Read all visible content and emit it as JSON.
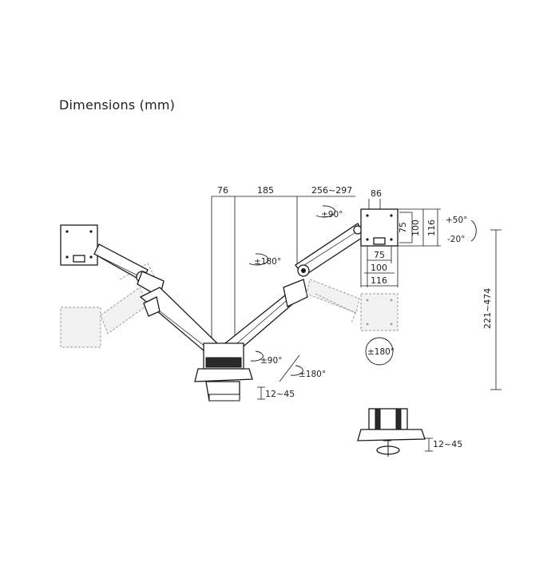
{
  "title": "Dimensions (mm)",
  "top_dims": {
    "d1": "76",
    "d2": "185",
    "d3": "256~297",
    "d4": "86"
  },
  "vesa_dims": {
    "v75_right": "75",
    "v100_right": "100",
    "v116_right": "116",
    "v75_bottom": "75",
    "v100_bottom": "100",
    "v116_bottom": "116"
  },
  "tilt": {
    "up": "+50°",
    "down": "-20°"
  },
  "rotations": {
    "rot90_top": "±90°",
    "rot180_left": "±180°",
    "rot90_base": "±90°",
    "rot180_base": "±180°",
    "rot180_plate": "±180°"
  },
  "height_range": "221~474",
  "clamp_range": "12~45",
  "grommet_range": "12~45"
}
